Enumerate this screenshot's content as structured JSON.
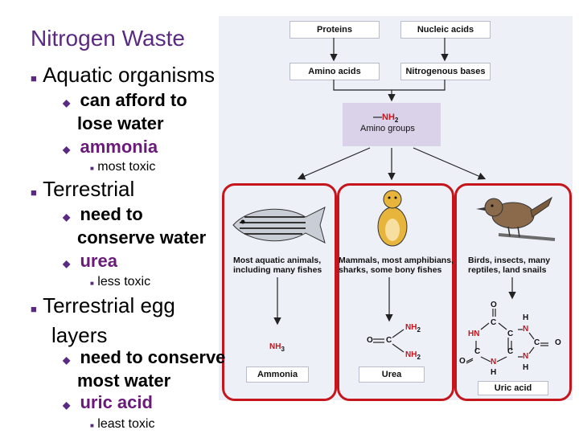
{
  "slide": {
    "title": "Nitrogen Waste",
    "sections": [
      {
        "heading": "Aquatic organisms",
        "points": [
          "can afford to",
          "lose water",
          "ammonia"
        ],
        "sub": "most toxic"
      },
      {
        "heading": "Terrestrial",
        "points": [
          "need to",
          "conserve water",
          "urea"
        ],
        "sub": "less toxic"
      },
      {
        "heading_lines": [
          "Terrestrial egg",
          "layers"
        ],
        "points": [
          "need to conserve",
          "most water",
          "uric acid"
        ],
        "sub": "least toxic"
      }
    ]
  },
  "figure": {
    "proteins": "Proteins",
    "nucleic_acids": "Nucleic acids",
    "amino_acids": "Amino acids",
    "nitrogenous_bases": "Nitrogenous bases",
    "amino_groups": "Amino groups",
    "nh2": "NH",
    "nh2_sub": "2",
    "groups": [
      {
        "caption_lines": [
          "Most aquatic animals,",
          "including many fishes"
        ],
        "product": "Ammonia",
        "formula": "NH",
        "formula_sub": "3"
      },
      {
        "caption_lines": [
          "Mammals, most amphibians,",
          "sharks, some bony fishes"
        ],
        "product": "Urea"
      },
      {
        "caption_lines": [
          "Birds, insects, many",
          "reptiles, land snails"
        ],
        "product": "Uric acid"
      }
    ],
    "atoms": {
      "O": "O",
      "C": "C",
      "N": "N",
      "H": "H",
      "NH2": "NH",
      "sub2": "2",
      "HN": "HN"
    }
  },
  "colors": {
    "title": "#5a2a82",
    "bullet": "#6a1b7a",
    "panel_border": "#c4161c",
    "figure_bg": "#eef0f7",
    "amino_box": "#d9d2e9"
  },
  "icons": [
    "square-bullet-icon",
    "diamond-bullet-icon",
    "fish-icon",
    "prairie-dog-icon",
    "bird-icon"
  ]
}
